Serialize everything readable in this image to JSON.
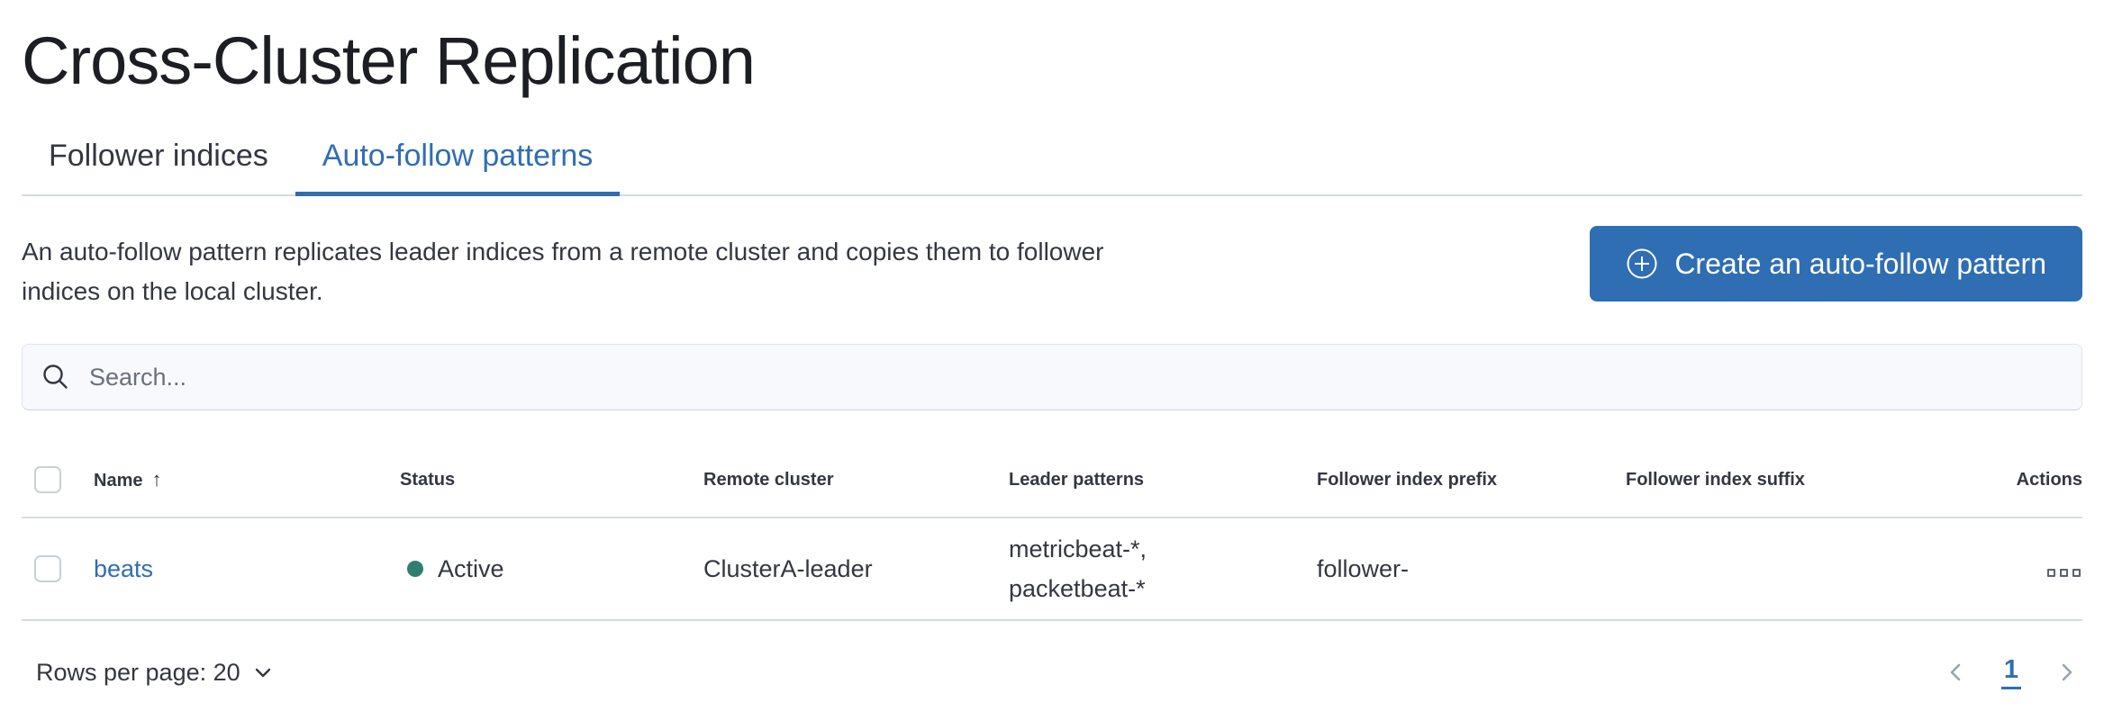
{
  "page": {
    "title": "Cross-Cluster Replication"
  },
  "tabs": [
    {
      "label": "Follower indices",
      "selected": false
    },
    {
      "label": "Auto-follow patterns",
      "selected": true
    }
  ],
  "description": "An auto-follow pattern replicates leader indices from a remote cluster and copies them to follower indices on the local cluster.",
  "create_button": {
    "label": "Create an auto-follow pattern",
    "icon": "plus-in-circle-icon"
  },
  "search": {
    "placeholder": "Search...",
    "icon": "search-icon"
  },
  "table": {
    "columns": [
      "Name",
      "Status",
      "Remote cluster",
      "Leader patterns",
      "Follower index prefix",
      "Follower index suffix",
      "Actions"
    ],
    "sort_arrow": "↑",
    "sorted_column": "Name",
    "rows": [
      {
        "name": "beats",
        "status": "Active",
        "remote_cluster": "ClusterA-leader",
        "leader_patterns": "metricbeat-*, packetbeat-*",
        "follower_index_prefix": "follower-",
        "follower_index_suffix": "",
        "actions_icon": "boxes-horizontal-icon"
      }
    ]
  },
  "footer": {
    "rows_per_page_label": "Rows per page: 20",
    "pagination": {
      "current_page": "1",
      "prev_icon": "chevron-left-icon",
      "next_icon": "chevron-right-icon"
    }
  },
  "colors": {
    "accent_blue": "#2f6eb2",
    "status_active": "#2f7e70",
    "divider": "#d3dae6",
    "text": "#343741"
  }
}
